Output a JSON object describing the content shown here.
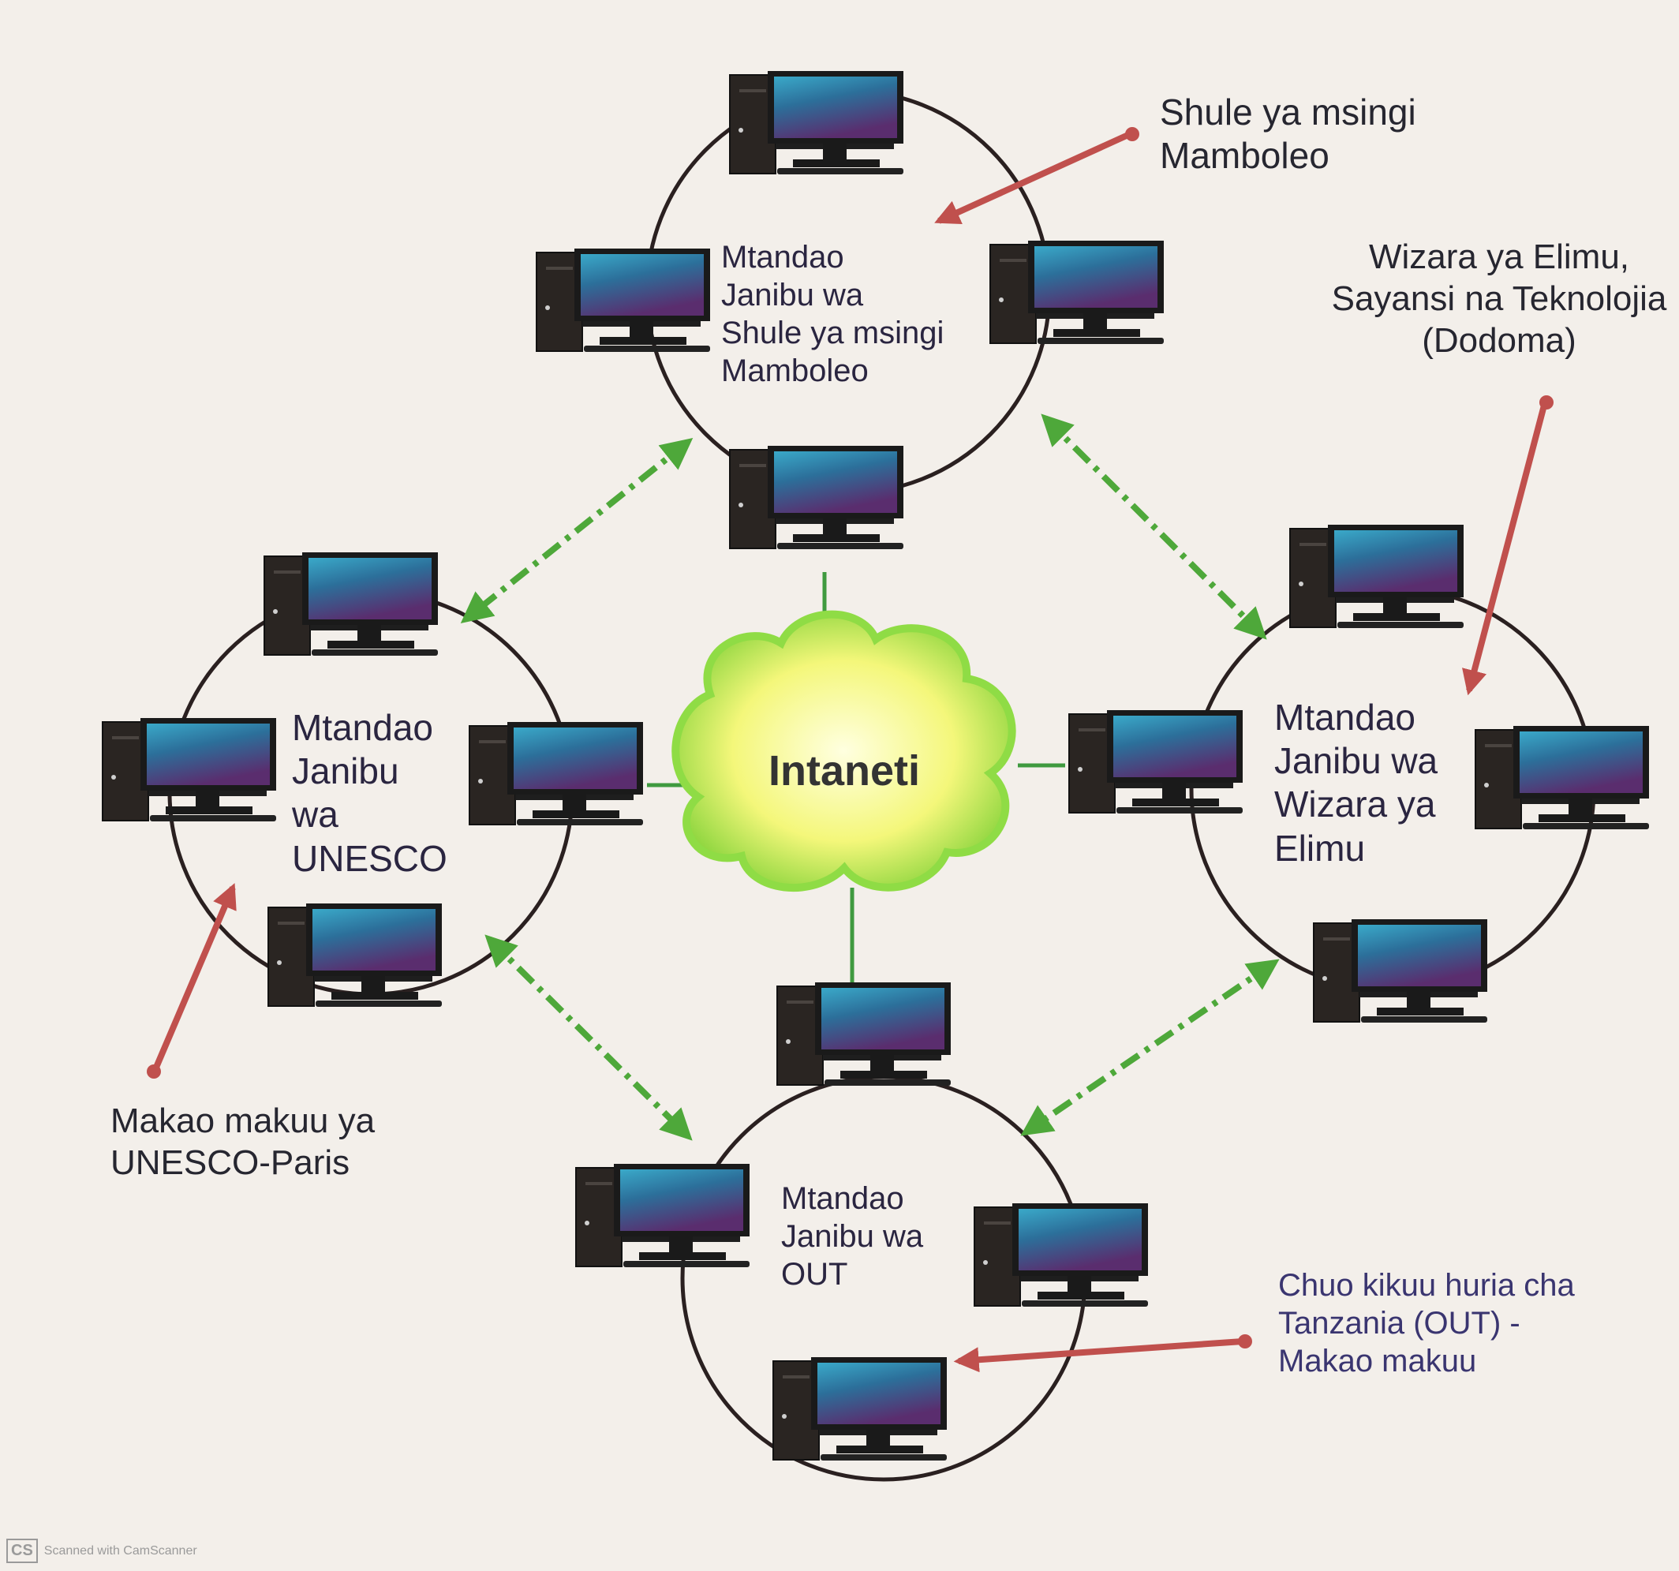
{
  "center": {
    "label": "Intaneti"
  },
  "lans": {
    "top": {
      "label": "Mtandao\nJanibu wa\nShule ya msingi\nMamboleo"
    },
    "left": {
      "label": "Mtandao\nJanibu\nwa\nUNESCO"
    },
    "right": {
      "label": "Mtandao\nJanibu wa\nWizara ya\nElimu"
    },
    "bottom": {
      "label": "Mtandao\nJanibu wa\nOUT"
    }
  },
  "callouts": {
    "top": "Shule ya msingi\nMamboleo",
    "right": "Wizara ya Elimu,\nSayansi na Teknolojia\n(Dodoma)",
    "left": "Makao makuu ya\nUNESCO-Paris",
    "bottom": "Chuo kikuu huria cha\nTanzania (OUT) -\nMakao makuu"
  },
  "footer": {
    "badge": "CS",
    "text": "Scanned with CamScanner"
  },
  "icons": {
    "computer": "desktop-computer-icon",
    "cloud": "internet-cloud-icon"
  },
  "colors": {
    "ring": "#2a2020",
    "link": "#3f9a3f",
    "dashed_link": "#4ea83a",
    "callout_arrow": "#c0504d",
    "cloud_inner": "#ffffd0",
    "cloud_outer": "#7fd43a"
  }
}
